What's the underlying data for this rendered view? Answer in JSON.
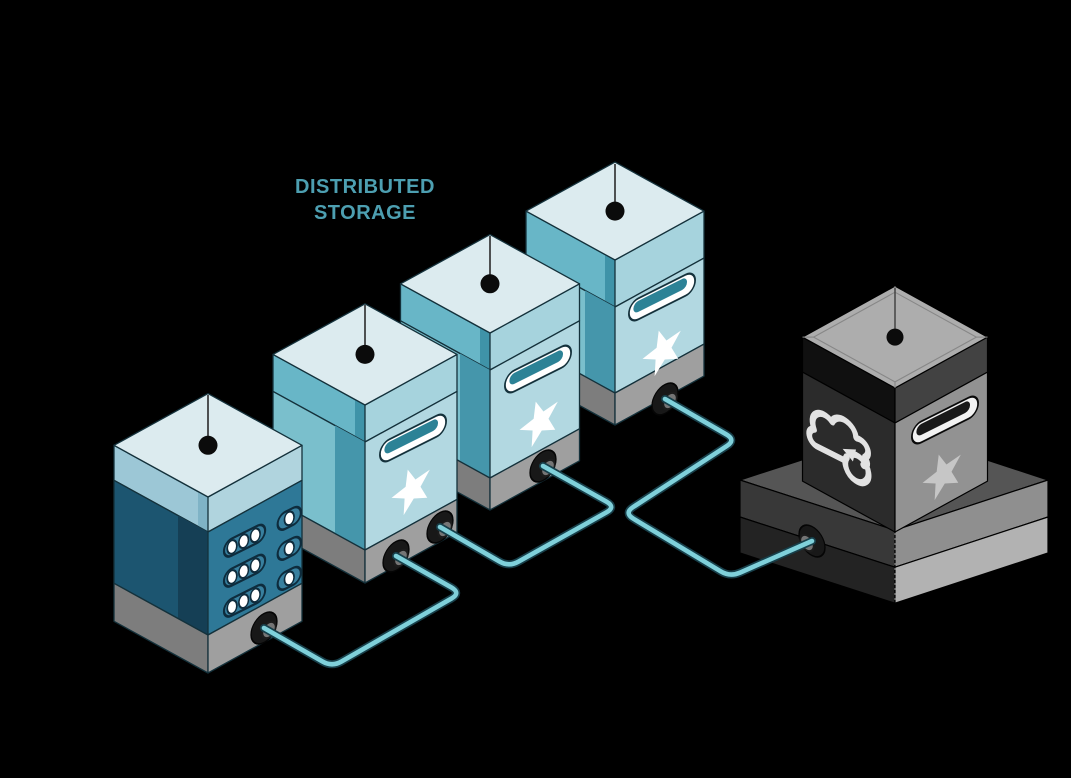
{
  "title": {
    "line1": "DISTRIBUTED",
    "line2": "STORAGE"
  },
  "nodes": [
    {
      "id": "server",
      "type": "server-box",
      "icons": [
        "pin-icon",
        "server-rack-icon",
        "port-icon"
      ]
    },
    {
      "id": "storage-node-1",
      "type": "storage-box",
      "icons": [
        "pin-icon",
        "slot-icon",
        "star-icon",
        "port-icon",
        "port-icon"
      ]
    },
    {
      "id": "storage-node-2",
      "type": "storage-box",
      "icons": [
        "pin-icon",
        "slot-icon",
        "star-icon",
        "port-icon"
      ]
    },
    {
      "id": "storage-node-3",
      "type": "storage-box",
      "icons": [
        "pin-icon",
        "slot-icon",
        "star-icon",
        "port-icon"
      ]
    },
    {
      "id": "cloud-node",
      "type": "cloud-storage-box",
      "icons": [
        "pin-icon",
        "cloud-sync-icon",
        "slot-icon",
        "star-icon"
      ],
      "on_platform": true,
      "platform_icons": [
        "port-icon"
      ]
    }
  ],
  "connections": [
    {
      "from": "server",
      "to": "storage-node-1"
    },
    {
      "from": "storage-node-1",
      "to": "storage-node-2"
    },
    {
      "from": "storage-node-3",
      "to": "cloud-node"
    }
  ],
  "palette": {
    "bg": "#000000",
    "label": "#4d9fb1",
    "edge": "#14313b",
    "blue_top": "#dcebef",
    "blue_lid_left": "#68b6c7",
    "blue_lid_left_edge": "#3f93a8",
    "blue_lid_right": "#a6d3dd",
    "blue_body_left": "#7abfcc",
    "blue_body_left_edge": "#4596ab",
    "blue_body_right": "#b2d8e1",
    "base_left": "#7d7d7d",
    "base_right": "#9f9f9f",
    "srv_lid_left": "#9cc7d6",
    "srv_lid_left_edge": "#7fb3c6",
    "srv_lid_right": "#b0d4de",
    "srv_body_left": "#1c5570",
    "srv_body_left_edge": "#153f55",
    "srv_body_right": "#2e7897",
    "srv_pill": "#38809f",
    "srv_pill_edge": "#0e2c3d",
    "slot_teal": "#2c8296",
    "white": "#ffffff",
    "dark_top": "#adadad",
    "dark_top_line": "#878787",
    "dark_lid_left": "#101010",
    "dark_lid_right": "#424242",
    "dark_body_left": "#2b2b2b",
    "dark_body_right": "#929292",
    "dark_slot": "#191919",
    "dark_star": "#c6c6c6",
    "icon_light": "#e2e2e2",
    "plat_top": "#555555",
    "plat_t1_left": "#383838",
    "plat_t1_right": "#8f8f8f",
    "plat_t2_left": "#232323",
    "plat_t2_right": "#b2b2b2",
    "pin": "#2a2a2a",
    "dot": "#0b0b0b",
    "port_outer": "#181818",
    "port_inner": "#757575",
    "cable": "#7fd0da",
    "cable_outline": "#173f4a"
  }
}
